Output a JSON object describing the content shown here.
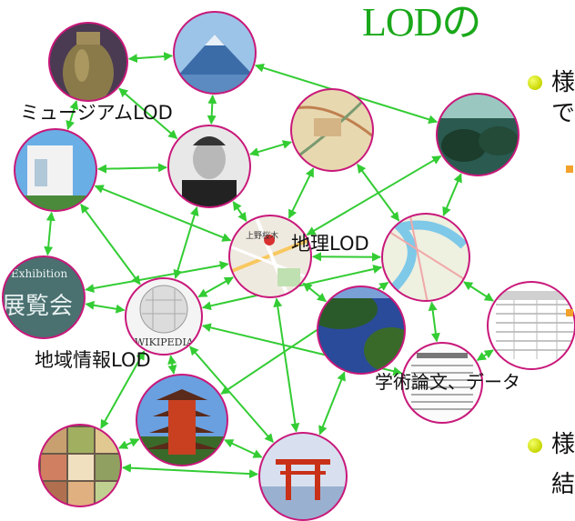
{
  "slide": {
    "title": "LODの",
    "bullets": [
      {
        "line1": "様",
        "line2": "で"
      },
      {
        "line1": "様",
        "line2": "結"
      }
    ]
  },
  "labels": {
    "museum": "ミュージアムLOD",
    "geo": "地理LOD",
    "region": "地域情報LOD",
    "academic": "学術論文、データ"
  },
  "nodes": [
    {
      "id": "vase",
      "desc": "museum vase photo",
      "icon": "vase-image"
    },
    {
      "id": "fuji",
      "desc": "mountain photo",
      "icon": "mountain-image"
    },
    {
      "id": "oldmap",
      "desc": "old map",
      "icon": "old-map-image"
    },
    {
      "id": "forest",
      "desc": "forest painting",
      "icon": "forest-image"
    },
    {
      "id": "building",
      "desc": "museum building",
      "icon": "building-image"
    },
    {
      "id": "person",
      "desc": "portrait",
      "icon": "portrait-image"
    },
    {
      "id": "map",
      "desc": "street map",
      "icon": "street-map-image",
      "text": "上野桜木"
    },
    {
      "id": "topo",
      "desc": "river map",
      "icon": "river-map-image"
    },
    {
      "id": "exhibition",
      "desc": "exhibition sign",
      "icon": "exhibition-sign-image",
      "text1": "Exhibition",
      "text2": "展覧会"
    },
    {
      "id": "wiki",
      "desc": "wikipedia logo",
      "icon": "wikipedia-logo",
      "text": "WIKIPEDIA"
    },
    {
      "id": "lake",
      "desc": "lake photo",
      "icon": "lake-image"
    },
    {
      "id": "table",
      "desc": "data table",
      "icon": "data-table-image"
    },
    {
      "id": "paper",
      "desc": "academic paper",
      "icon": "paper-image"
    },
    {
      "id": "pagoda",
      "desc": "pagoda photo",
      "icon": "pagoda-image"
    },
    {
      "id": "food",
      "desc": "food grid",
      "icon": "food-grid-image"
    },
    {
      "id": "torii",
      "desc": "torii gate",
      "icon": "torii-image"
    }
  ],
  "edges": [
    [
      "vase",
      "fuji"
    ],
    [
      "vase",
      "building"
    ],
    [
      "vase",
      "person"
    ],
    [
      "fuji",
      "person"
    ],
    [
      "fuji",
      "forest"
    ],
    [
      "building",
      "person"
    ],
    [
      "building",
      "exhibition"
    ],
    [
      "building",
      "wiki"
    ],
    [
      "building",
      "map"
    ],
    [
      "person",
      "oldmap"
    ],
    [
      "person",
      "map"
    ],
    [
      "person",
      "wiki"
    ],
    [
      "oldmap",
      "map"
    ],
    [
      "oldmap",
      "topo"
    ],
    [
      "forest",
      "topo"
    ],
    [
      "map",
      "topo"
    ],
    [
      "map",
      "exhibition"
    ],
    [
      "map",
      "wiki"
    ],
    [
      "map",
      "lake"
    ],
    [
      "map",
      "forest"
    ],
    [
      "topo",
      "table"
    ],
    [
      "topo",
      "paper"
    ],
    [
      "topo",
      "wiki"
    ],
    [
      "topo",
      "pagoda"
    ],
    [
      "wiki",
      "exhibition"
    ],
    [
      "wiki",
      "pagoda"
    ],
    [
      "wiki",
      "food"
    ],
    [
      "wiki",
      "torii"
    ],
    [
      "wiki",
      "paper"
    ],
    [
      "map",
      "torii"
    ],
    [
      "lake",
      "torii"
    ],
    [
      "pagoda",
      "food"
    ],
    [
      "pagoda",
      "torii"
    ],
    [
      "food",
      "torii"
    ],
    [
      "paper",
      "table"
    ]
  ],
  "colors": {
    "title": "#1aa81a",
    "edge": "#33cc33",
    "ring": "#c8187a",
    "bullet": "#d8e800",
    "subbullet": "#f2a22a"
  }
}
